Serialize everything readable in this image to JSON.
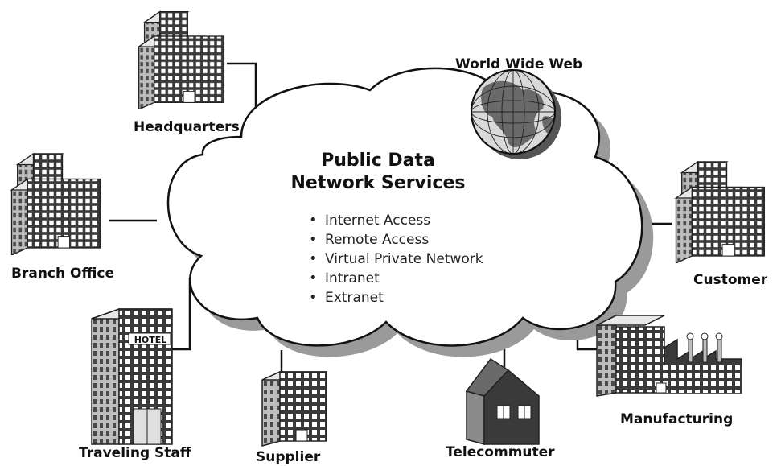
{
  "cloud": {
    "title_line1": "Public Data",
    "title_line2": "Network Services",
    "services": [
      "Internet Access",
      "Remote Access",
      "Virtual Private Network",
      "Intranet",
      "Extranet"
    ]
  },
  "nodes": {
    "headquarters": "Headquarters",
    "branch_office": "Branch Office",
    "traveling_staff": "Traveling Staff",
    "hotel_sign": "HOTEL",
    "supplier": "Supplier",
    "telecommuter": "Telecommuter",
    "manufacturing": "Manufacturing",
    "customer": "Customer",
    "www": "World Wide Web"
  },
  "colors": {
    "cloud_shadow": "#9a9a9a",
    "building_dark": "#3a3a3a",
    "building_light": "#bdbdbd",
    "window": "#ffffff",
    "globe_sea": "#d9d9d9",
    "globe_land": "#6a6a6a"
  }
}
